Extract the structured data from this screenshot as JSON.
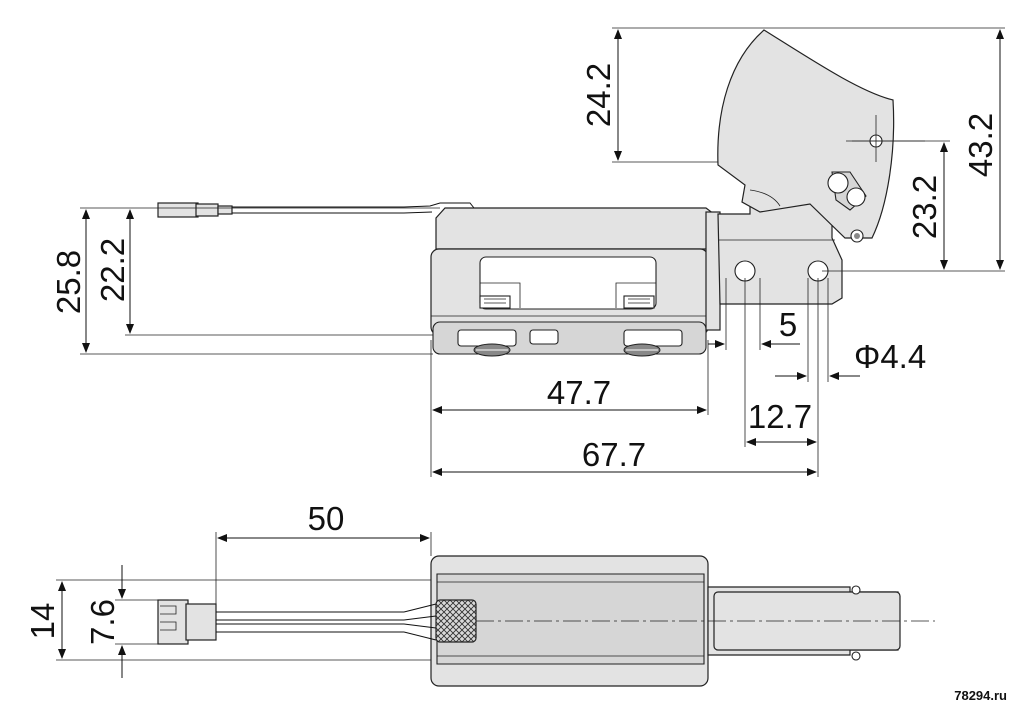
{
  "dimensions": {
    "height_trigger": "24.2",
    "height_total": "43.2",
    "height_pivot": "23.2",
    "height_body": "25.8",
    "height_body_inner": "22.2",
    "gap_5": "5",
    "hole_diameter": "Φ4.4",
    "length_body": "47.7",
    "length_hole": "12.7",
    "length_total": "67.7",
    "lead_length": "50",
    "width_total": "14",
    "width_inner": "7.6"
  },
  "watermark": "78294.ru",
  "colors": {
    "body": "#e3e3e3",
    "line": "#111111"
  }
}
